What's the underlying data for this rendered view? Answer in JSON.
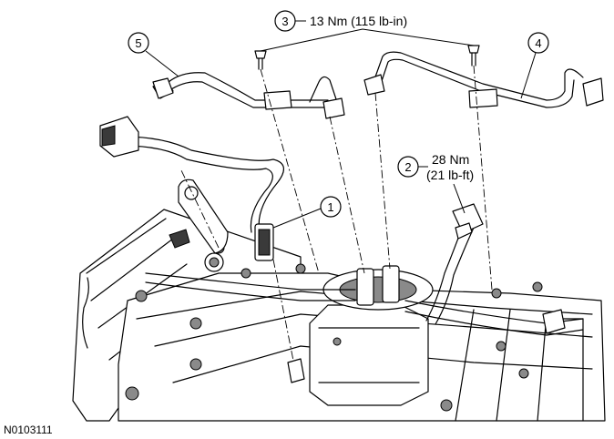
{
  "callouts": [
    {
      "number": "1"
    },
    {
      "number": "2",
      "text_line1": "28 Nm",
      "text_line2": "(21 lb-ft)"
    },
    {
      "number": "3",
      "text": "13 Nm (115 lb-in)"
    },
    {
      "number": "4"
    },
    {
      "number": "5"
    }
  ],
  "figure_code": "N0103111"
}
